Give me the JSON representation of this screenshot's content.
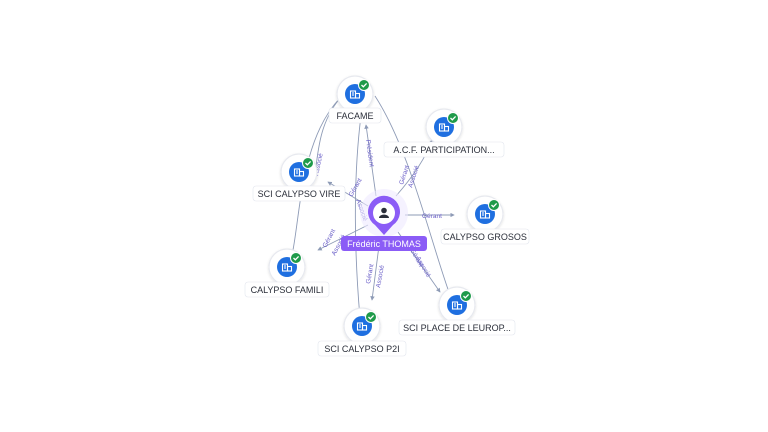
{
  "person": {
    "name": "Frédéric THOMAS",
    "icon": "person-icon",
    "color": "#8b5cf6"
  },
  "companies": [
    {
      "id": "facame",
      "label": "FACAME",
      "icon": "company-building-icon",
      "verified": true
    },
    {
      "id": "acf",
      "label": "A.C.F. PARTICIPATION...",
      "icon": "company-building-icon",
      "verified": true
    },
    {
      "id": "vire",
      "label": "SCI CALYPSO VIRE",
      "icon": "company-building-icon",
      "verified": true
    },
    {
      "id": "grosos",
      "label": "CALYPSO GROSOS",
      "icon": "company-building-icon",
      "verified": true
    },
    {
      "id": "famili",
      "label": "CALYPSO FAMILI",
      "icon": "company-building-icon",
      "verified": true
    },
    {
      "id": "europe",
      "label": "SCI PLACE DE LEUROP...",
      "icon": "company-building-icon",
      "verified": true
    },
    {
      "id": "p2i",
      "label": "SCI CALYPSO P2I",
      "icon": "company-building-icon",
      "verified": true
    }
  ],
  "edge_labels": {
    "president": "Président",
    "gerant": "Gérant",
    "associe": "Associé"
  },
  "colors": {
    "company": "#1f6fe0",
    "verified": "#1e9a4a",
    "edge": "#8e9bb6",
    "edge_label": "#6d62c9"
  }
}
